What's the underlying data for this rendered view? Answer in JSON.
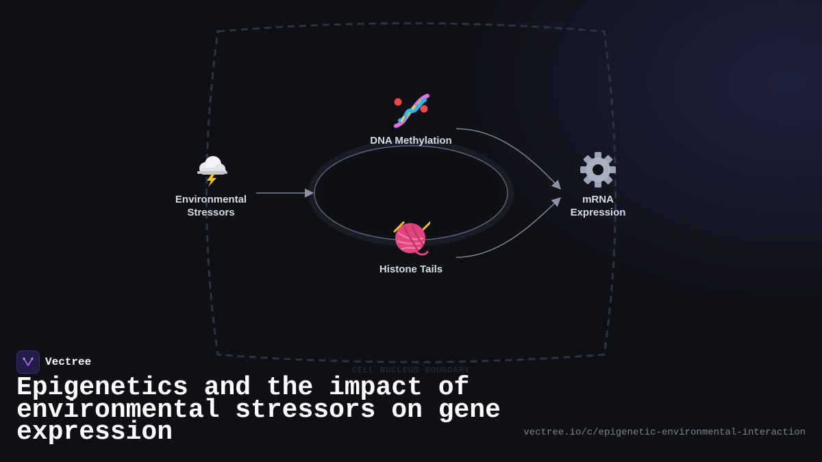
{
  "diagram": {
    "nodes": {
      "environmental_stressors": {
        "label_line1": "Environmental",
        "label_line2": "Stressors"
      },
      "dna_methylation": {
        "label": "DNA Methylation"
      },
      "histone_tails": {
        "label": "Histone Tails"
      },
      "mrna_expression": {
        "label_line1": "mRNA",
        "label_line2": "Expression"
      }
    },
    "boundary_label": "CELL NUCLEUS BOUNDARY"
  },
  "brand": {
    "name": "Vectree"
  },
  "title": "Epigenetics and the impact of environmental stressors on gene expression",
  "url": "vectree.io/c/epigenetic-environmental-interaction",
  "colors": {
    "background": "#0f1016",
    "edge": "#7d8799",
    "boundary": "#2a3447",
    "label": "#d7dbe6"
  }
}
